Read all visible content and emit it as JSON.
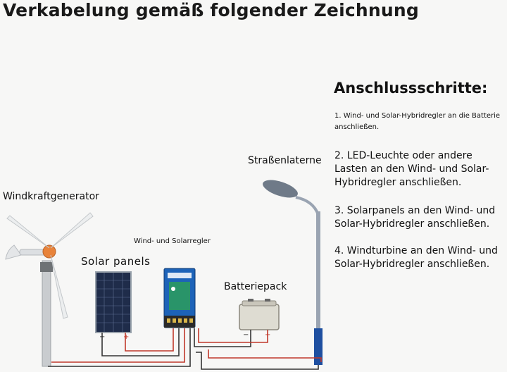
{
  "title": "Verkabelung gemäß folgender Zeichnung",
  "steps_heading": "Anschlussschritte:",
  "steps": [
    "1. Wind- und Solar-Hybridregler an die Batterie anschließen.",
    "2. LED-Leuchte oder andere Lasten an den Wind- und Solar-Hybridregler anschließen.",
    "3. Solarpanels an den Wind- und Solar-Hybridregler anschließen.",
    "4. Windturbine an den Wind- und Solar-Hybridregler anschließen."
  ],
  "labels": {
    "street_lamp": "Straßenlaterne",
    "wind_generator": "Windkraftgenerator",
    "solar_panels": "Solar panels",
    "controller": "Wind- und Solarregler",
    "battery": "Batteriepack"
  },
  "terminal_marks": {
    "minus": "−",
    "plus": "+"
  },
  "colors": {
    "wire_red": "#c0392b",
    "wire_dark": "#333333",
    "controller_blue": "#1d63b8",
    "turbine_accent": "#e8833a",
    "lamp_pole": "#9aa4b2",
    "lamp_base": "#1e4fa0"
  }
}
